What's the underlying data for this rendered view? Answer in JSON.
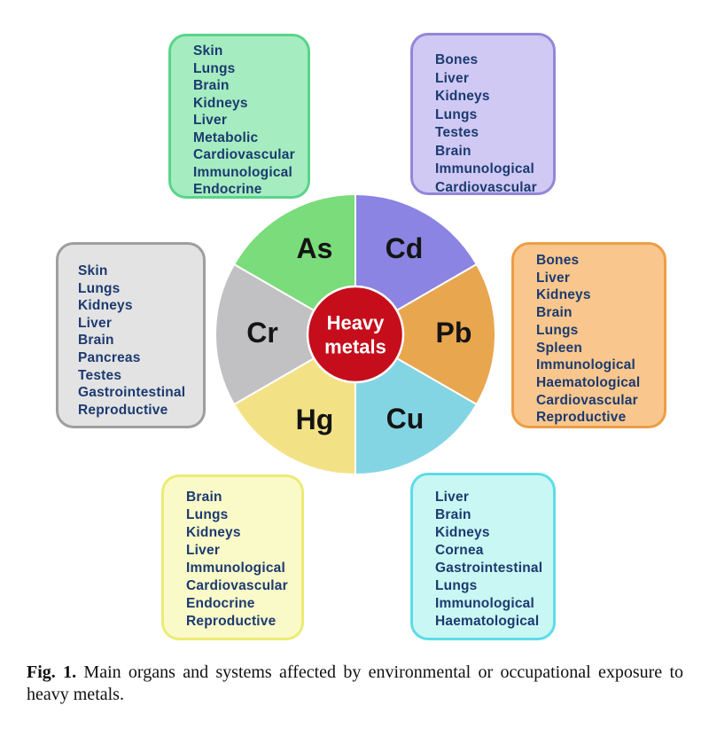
{
  "figure": {
    "center": {
      "line1": "Heavy",
      "line2": "metals",
      "color": "#c60d1b"
    },
    "text_color": "#1c3a70",
    "segments": [
      {
        "symbol": "As",
        "wedge_color": "#7adc7a",
        "box_fill": "#a5edc0",
        "box_border": "#5ad48b",
        "organs": [
          "Skin",
          "Lungs",
          "Brain",
          "Kidneys",
          "Liver",
          "Metabolic",
          "Cardiovascular",
          "Immunological",
          "Endocrine"
        ]
      },
      {
        "symbol": "Cd",
        "wedge_color": "#8b84e2",
        "box_fill": "#cfc9f3",
        "box_border": "#9486d8",
        "organs": [
          "Bones",
          "Liver",
          "Kidneys",
          "Lungs",
          "Testes",
          "Brain",
          "Immunological",
          "Cardiovascular"
        ]
      },
      {
        "symbol": "Pb",
        "wedge_color": "#e8a64e",
        "box_fill": "#f9c78d",
        "box_border": "#ed9d45",
        "organs": [
          "Bones",
          "Liver",
          "Kidneys",
          "Brain",
          "Lungs",
          "Spleen",
          "Immunological",
          "Haematological",
          "Cardiovascular",
          "Reproductive"
        ]
      },
      {
        "symbol": "Cu",
        "wedge_color": "#84d5e3",
        "box_fill": "#c9f7f3",
        "box_border": "#5edce9",
        "organs": [
          "Liver",
          "Brain",
          "Kidneys",
          "Cornea",
          "Gastrointestinal",
          "Lungs",
          "Immunological",
          "Haematological"
        ]
      },
      {
        "symbol": "Hg",
        "wedge_color": "#f3e285",
        "box_fill": "#fafac8",
        "box_border": "#ebeb75",
        "organs": [
          "Brain",
          "Lungs",
          "Kidneys",
          "Liver",
          "Immunological",
          "Cardiovascular",
          "Endocrine",
          "Reproductive"
        ]
      },
      {
        "symbol": "Cr",
        "wedge_color": "#c1c0c2",
        "box_fill": "#e3e3e3",
        "box_border": "#9e9e9e",
        "organs": [
          "Skin",
          "Lungs",
          "Kidneys",
          "Liver",
          "Brain",
          "Pancreas",
          "Testes",
          "Gastrointestinal",
          "Reproductive"
        ]
      }
    ]
  },
  "caption": {
    "label": "Fig. 1.",
    "text": "Main organs and systems affected by environmental or occupational exposure to heavy metals."
  }
}
